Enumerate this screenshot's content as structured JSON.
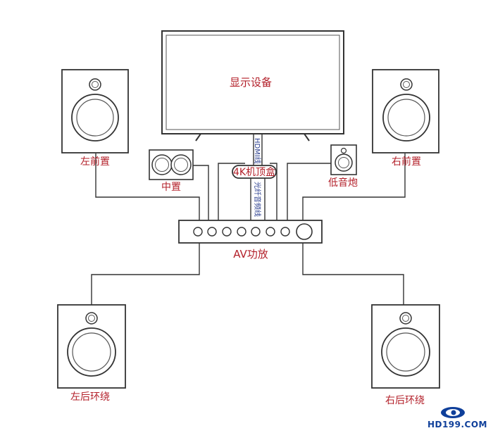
{
  "labels": {
    "display": "显示设备",
    "front_left": "左前置",
    "front_right": "右前置",
    "center": "中置",
    "subwoofer": "低音炮",
    "player": "4K机顶盒",
    "amplifier": "AV功放",
    "rear_left": "左后环绕",
    "rear_right": "右后环绕",
    "hdmi_cable": "HDMI线",
    "optical_cable": "光纤音频线"
  },
  "watermark": {
    "text": "HD199.COM",
    "color": "#0f3f9a"
  },
  "colors": {
    "label": "#b3202a",
    "line": "#333333",
    "cable_text": "#2b3f8f"
  }
}
